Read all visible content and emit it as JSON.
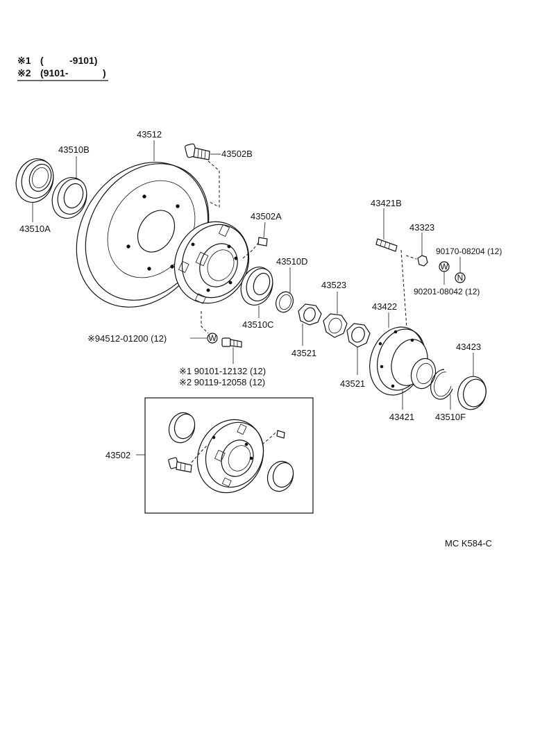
{
  "legend": {
    "row1": {
      "mark": "※1",
      "open": "(",
      "range": "-9101)"
    },
    "row2": {
      "mark": "※2",
      "range": "(9101-",
      "close": ")"
    }
  },
  "parts": {
    "p43512": "43512",
    "p43502B": "43502B",
    "p43510B": "43510B",
    "p43510A": "43510A",
    "p43502A": "43502A",
    "p43510D": "43510D",
    "p43510C": "43510C",
    "p43421B": "43421B",
    "p43323": "43323",
    "p90170": "90170-08204 (12)",
    "p90201": "90201-08042 (12)",
    "p43523": "43523",
    "p43422": "43422",
    "p43521a": "43521",
    "p43521b": "43521",
    "p43423": "43423",
    "p43421": "43421",
    "p43510F": "43510F",
    "p94512": "※94512-01200 (12)",
    "p90101": "※1 90101-12132 (12)",
    "p90119": "※2 90119-12058 (12)",
    "p43502": "43502"
  },
  "markers": {
    "washer": "W",
    "nut": "N"
  },
  "drawing_code": "MC K584-C"
}
